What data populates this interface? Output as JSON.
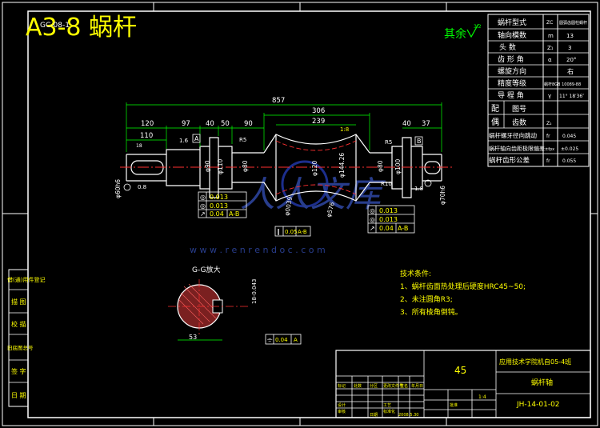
{
  "title": "A3-8 蜗杆",
  "rotated_stamp": "GC-08-1",
  "surface_note": "其余",
  "roughness_symbol": "3.2",
  "params_table": [
    {
      "name": "蜗杆型式",
      "sym": "ZC",
      "val": "圆弧齿圆柱蜗杆"
    },
    {
      "name": "轴向模数",
      "sym": "m",
      "val": "13"
    },
    {
      "name": "头 数",
      "sym": "Z₁",
      "val": "3"
    },
    {
      "name": "齿 形 角",
      "sym": "α",
      "val": "20°"
    },
    {
      "name": "螺旋方向",
      "sym": "",
      "val": "右"
    },
    {
      "name": "精度等级",
      "sym": "",
      "val": "蜗杆8GB 10089-88"
    },
    {
      "name": "导 程 角",
      "sym": "γ",
      "val": "11° 18′36″"
    },
    {
      "name": "配",
      "sym": "图号",
      "val": ""
    },
    {
      "name": "偶",
      "sym": "齿数",
      "val": "Z₂"
    },
    {
      "name": "蜗杆螺牙径向跳动",
      "sym": "fr",
      "val": "0.045"
    },
    {
      "name": "蜗杆轴向齿距极限偏差",
      "sym": "±fpx",
      "val": "±0.025"
    },
    {
      "name": "蜗杆齿形公差",
      "sym": "fr",
      "val": "0.055"
    }
  ],
  "dimensions": {
    "overall": "857",
    "top_left": [
      "120",
      "97",
      "40",
      "50",
      "90"
    ],
    "middle": [
      "306",
      "239"
    ],
    "top_right": [
      "40",
      "37"
    ],
    "second_left": "110",
    "thread_mid": "1:8",
    "r5_mid": "R5",
    "r5_right": "R5",
    "dia_labels": [
      "φ90",
      "φ110",
      "φ80",
      "φ120",
      "φ144.26",
      "φ80",
      "φ100"
    ],
    "dia_left": "φ60h6",
    "dia_right": "φ70h6",
    "key_width": "18",
    "r10": "R10",
    "dia_0039": "φ0039",
    "dia_root": "φ576",
    "pos_08": "0.8",
    "pos_18": "1.8",
    "pos_16": "1.6"
  },
  "tolerances_left": [
    {
      "sym": "◎",
      "val": "0.013"
    },
    {
      "sym": "◎",
      "val": "0.013"
    },
    {
      "sym": "↗",
      "val": "0.04",
      "ref": "A-B"
    }
  ],
  "tolerance_center": {
    "sym": "∥",
    "val": "0.05",
    "ref": "A-B"
  },
  "tolerances_right": [
    {
      "sym": "◎",
      "val": "0.013"
    },
    {
      "sym": "◎",
      "val": "0.013"
    },
    {
      "sym": "↗",
      "val": "0.04",
      "ref": "A-B"
    }
  ],
  "datum_labels": [
    "A",
    "B"
  ],
  "section": {
    "title": "G-G放大",
    "width_dim": "53",
    "depth_dim": "18-0.043",
    "tol": "0.04",
    "ref": "A"
  },
  "watermark": {
    "text": "人人文库",
    "url": "w w w . r e n r e n d o c . c o m"
  },
  "tech_requirements": {
    "heading": "技术条件:",
    "items": [
      "1、蜗杆齿面热处理后硬度HRC45~50;",
      "2、未注圆角R3;",
      "3、所有棱角倒钝。"
    ]
  },
  "left_strip": [
    "借(通)用件登记",
    "描 图",
    "校 描",
    "旧底图总号",
    "签 字",
    "日 期"
  ],
  "title_block": {
    "number": "45",
    "school": "应用技术学院机自05-4班",
    "part": "蜗杆轴",
    "code": "JH-14-01-02",
    "scale": "1:4",
    "date": "2008.5.30",
    "rows": [
      "标记",
      "处数",
      "分区",
      "更改文件号",
      "签名",
      "年月日"
    ],
    "labels": [
      "设计",
      "审核",
      "工艺",
      "标准化",
      "批准",
      "日期"
    ]
  }
}
